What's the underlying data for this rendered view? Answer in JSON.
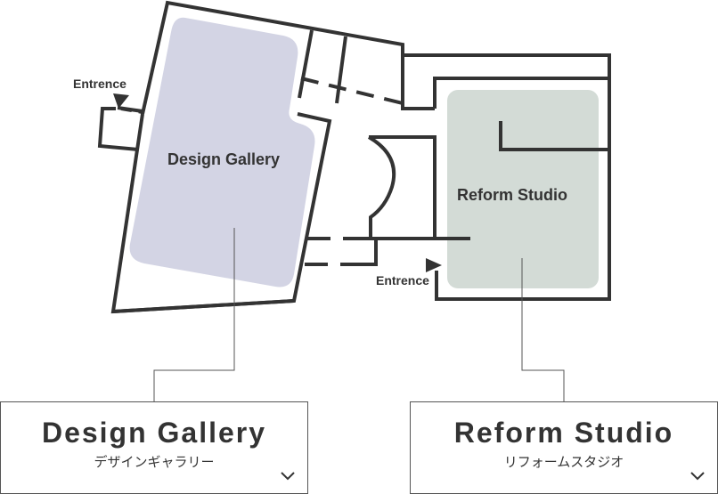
{
  "map": {
    "rooms": [
      {
        "label": "Design Gallery",
        "fill": "#d3d4e4"
      },
      {
        "label": "Reform Studio",
        "fill": "#d3dbd6"
      }
    ],
    "entrances": [
      "Entrence",
      "Entrence"
    ],
    "wall_color": "#333333"
  },
  "cards": [
    {
      "title": "Design Gallery",
      "subtitle": "デザインギャラリー",
      "icon": "chevron-down-icon"
    },
    {
      "title": "Reform Studio",
      "subtitle": "リフォームスタジオ",
      "icon": "chevron-down-icon"
    }
  ]
}
